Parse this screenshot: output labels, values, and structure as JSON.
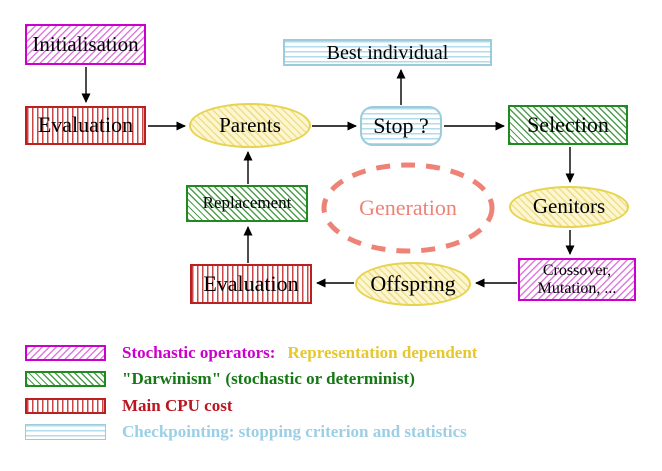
{
  "diagram": {
    "nodes": {
      "initialisation": {
        "label": "Initialisation"
      },
      "evaluation_top": {
        "label": "Evaluation"
      },
      "parents": {
        "label": "Parents"
      },
      "best_individual": {
        "label": "Best individual"
      },
      "stop": {
        "label": "Stop ?"
      },
      "selection": {
        "label": "Selection"
      },
      "genitors": {
        "label": "Genitors"
      },
      "crossover_mutation": {
        "lines": [
          "Crossover,",
          "Mutation, ..."
        ]
      },
      "offspring": {
        "label": "Offspring"
      },
      "evaluation_bottom": {
        "label": "Evaluation"
      },
      "replacement": {
        "label": "Replacement"
      },
      "generation": {
        "label": "Generation"
      }
    },
    "legend": [
      {
        "swatch": "magenta-diagonal-hatch",
        "label": "Stochastic operators:",
        "label_secondary": "Representation dependent"
      },
      {
        "swatch": "green-diagonal-hatch",
        "label": "\"Darwinism\" (stochastic or determinist)",
        "label_secondary": ""
      },
      {
        "swatch": "red-vertical-stripes",
        "label": "Main CPU cost",
        "label_secondary": ""
      },
      {
        "swatch": "cyan-horizontal-stripes",
        "label": "Checkpointing: stopping criterion and statistics",
        "label_secondary": ""
      }
    ],
    "colors": {
      "magenta": "#cc00cc",
      "green": "#1f8a1f",
      "red": "#bb2020",
      "cyan_border": "#9cccdc",
      "yellow_border": "#e6d44e",
      "salmon": "#ee8277",
      "gold_text": "#e6c72e",
      "lightblue_text": "#9bcfe6",
      "arrow": "#000000"
    }
  }
}
